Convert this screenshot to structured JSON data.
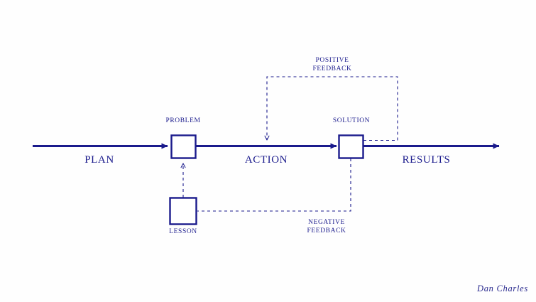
{
  "diagram": {
    "title_absent": true,
    "colors": {
      "stroke": "#1a1a8c",
      "text": "#1a1a8c",
      "signature": "#2b2b8f",
      "background": "#fefefe"
    },
    "stage_labels": [
      {
        "id": "plan",
        "text": "PLAN"
      },
      {
        "id": "action",
        "text": "ACTION"
      },
      {
        "id": "results",
        "text": "RESULTS"
      }
    ],
    "nodes": [
      {
        "id": "problem",
        "label": "PROBLEM"
      },
      {
        "id": "solution",
        "label": "SOLUTION"
      },
      {
        "id": "lesson",
        "label": "LESSON"
      }
    ],
    "feedback_loops": [
      {
        "id": "positive",
        "line1": "POSITIVE",
        "line2": "FEEDBACK"
      },
      {
        "id": "negative",
        "line1": "NEGATIVE",
        "line2": "FEEDBACK"
      }
    ],
    "signature": "Dan Charles"
  }
}
